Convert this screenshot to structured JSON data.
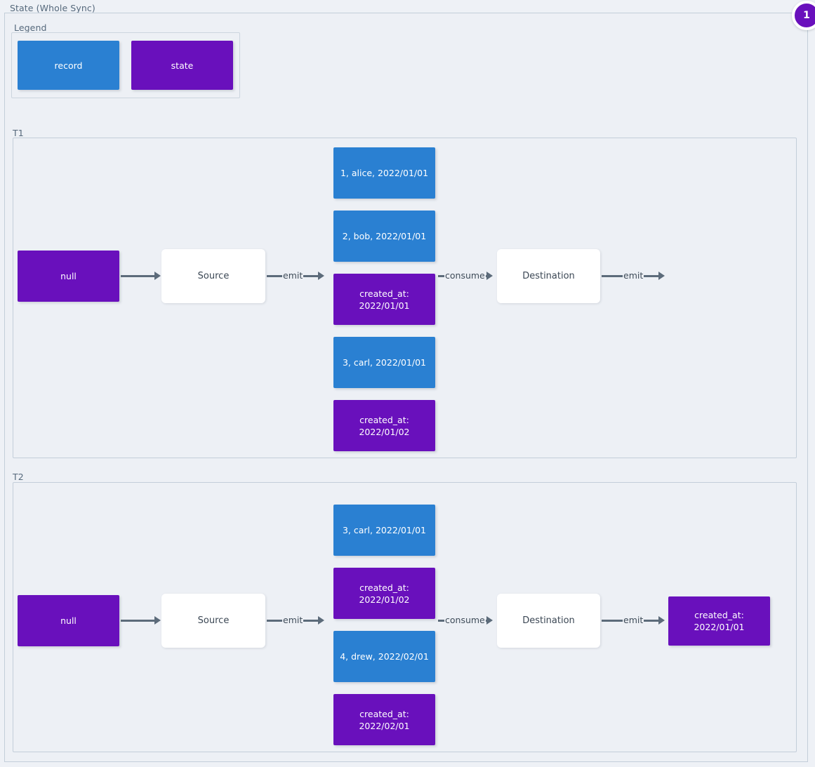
{
  "diagram": {
    "title": "State (Whole Sync)",
    "badge": "1",
    "colors": {
      "record": "#2a80d2",
      "state": "#6910bc",
      "background": "#edf0f5",
      "border": "#c3ced9",
      "edge": "#5c6b7a",
      "label_text": "#56697c"
    }
  },
  "legend": {
    "title": "Legend",
    "items": [
      {
        "label": "record",
        "kind": "record"
      },
      {
        "label": "state",
        "kind": "state"
      }
    ]
  },
  "groups": [
    {
      "label": "T1",
      "nodes": {
        "initial_state": "null",
        "source": "Source",
        "destination": "Destination",
        "final_state": ""
      },
      "stream": [
        {
          "label": "1, alice, 2022/01/01",
          "kind": "record"
        },
        {
          "label": "2, bob, 2022/01/01",
          "kind": "record"
        },
        {
          "label": "created_at:\n2022/01/01",
          "kind": "state"
        },
        {
          "label": "3, carl, 2022/01/01",
          "kind": "record"
        },
        {
          "label": "created_at:\n2022/01/02",
          "kind": "state"
        }
      ],
      "edges": {
        "state_to_source": "",
        "source_emit": "emit",
        "consume": "consume",
        "destination_emit": "emit"
      }
    },
    {
      "label": "T2",
      "nodes": {
        "initial_state": "null",
        "source": "Source",
        "destination": "Destination",
        "final_state": "created_at:\n2022/01/01"
      },
      "stream": [
        {
          "label": "3, carl, 2022/01/01",
          "kind": "record"
        },
        {
          "label": "created_at:\n2022/01/02",
          "kind": "state"
        },
        {
          "label": "4, drew, 2022/02/01",
          "kind": "record"
        },
        {
          "label": "created_at:\n2022/02/01",
          "kind": "state"
        }
      ],
      "edges": {
        "state_to_source": "",
        "source_emit": "emit",
        "consume": "consume",
        "destination_emit": "emit"
      }
    }
  ]
}
